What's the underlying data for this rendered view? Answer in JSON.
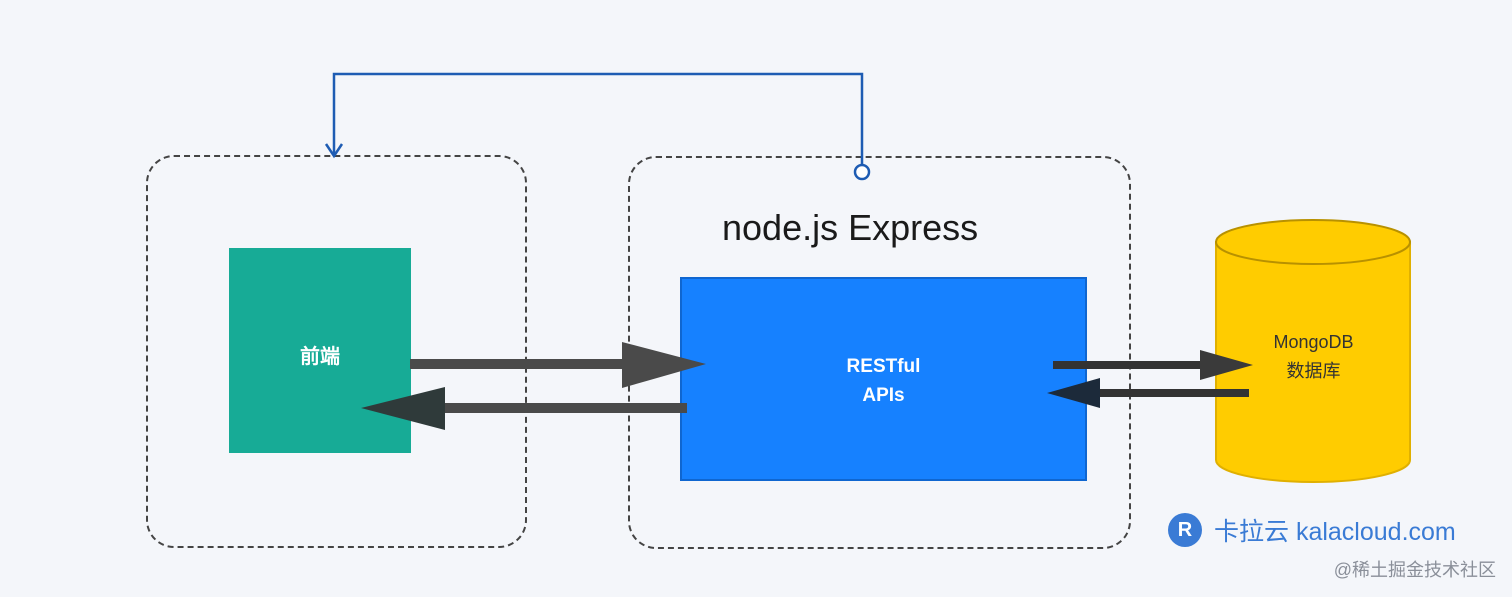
{
  "server": {
    "title": "node.js Express"
  },
  "frontend": {
    "label": "前端"
  },
  "api": {
    "label_line1": "RESTful",
    "label_line2": "APIs"
  },
  "database": {
    "label_line1": "MongoDB",
    "label_line2": "数据库"
  },
  "brand": {
    "logo_letter": "R",
    "text": "卡拉云 kalacloud.com"
  },
  "watermark": {
    "text": "@稀土掘金技术社区"
  },
  "colors": {
    "frontend": "#17ab96",
    "api": "#1681ff",
    "database": "#ffcc00",
    "feedback_line": "#1e5cb3",
    "arrows": "#4a4a4a",
    "brand": "#3a7bd5"
  }
}
